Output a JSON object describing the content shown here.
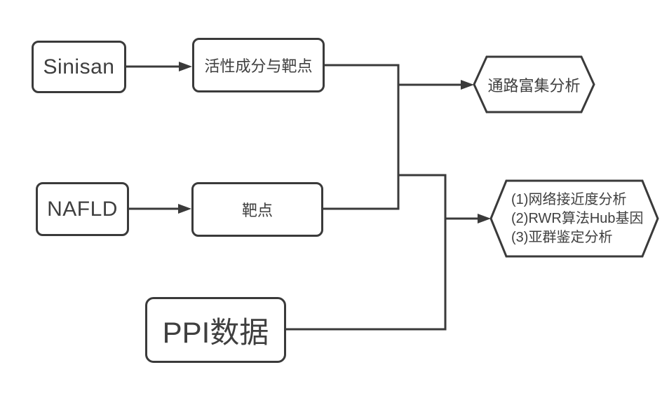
{
  "diagram": {
    "background": "#ffffff",
    "stroke_color": "#3a3a3a",
    "text_color": "#3f3f3f",
    "node_fill": "#ffffff",
    "nodes": {
      "sinisan": {
        "label": "Sinisan",
        "shape": "rounded-rect"
      },
      "active_components": {
        "label": "活性成分与靶点",
        "shape": "rounded-rect"
      },
      "nafld": {
        "label": "NAFLD",
        "shape": "rounded-rect"
      },
      "targets": {
        "label": "靶点",
        "shape": "rounded-rect"
      },
      "ppi_data": {
        "label": "PPI数据",
        "shape": "rounded-rect"
      },
      "pathway_enrichment": {
        "label": "通路富集分析",
        "shape": "hexagon"
      },
      "analysis_list": {
        "shape": "hexagon",
        "lines": [
          "(1)网络接近度分析",
          "(2)RWR算法Hub基因",
          "(3)亚群鉴定分析"
        ]
      }
    },
    "edges": [
      {
        "from": [
          "sinisan"
        ],
        "to": "active_components",
        "arrow": true
      },
      {
        "from": [
          "nafld"
        ],
        "to": "targets",
        "arrow": true
      },
      {
        "from": [
          "active_components",
          "targets"
        ],
        "to": "pathway_enrichment",
        "arrow": true
      },
      {
        "from": [
          "active_components",
          "targets",
          "ppi_data"
        ],
        "to": "analysis_list",
        "arrow": true
      }
    ]
  }
}
